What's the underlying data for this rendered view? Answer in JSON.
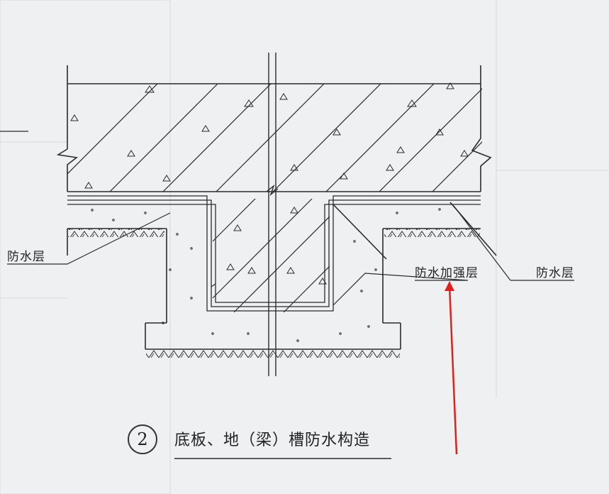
{
  "labels": {
    "waterproof_left": "防水层",
    "waterproof_reinforce": "防水加强层",
    "waterproof_right": "防水层"
  },
  "caption": {
    "number": "2",
    "title": "底板、地（梁）槽防水构造"
  },
  "colors": {
    "paper": "#eef0f1",
    "ink": "#2b2b2b",
    "arrow": "#e0201b"
  }
}
